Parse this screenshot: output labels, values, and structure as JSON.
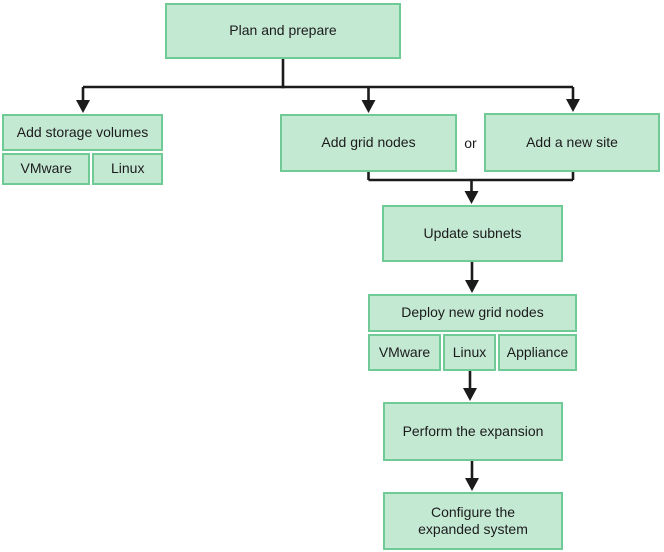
{
  "colors": {
    "box_fill": "#c4e9d3",
    "box_border": "#6fca96",
    "connector": "#1b1b1b",
    "text": "#1b1b1b",
    "background": "#ffffff"
  },
  "labels": {
    "or": "or"
  },
  "nodes": {
    "plan": {
      "label": "Plan and prepare"
    },
    "add_storage_volumes": {
      "label": "Add storage volumes",
      "options": [
        "VMware",
        "Linux"
      ]
    },
    "add_grid_nodes": {
      "label": "Add grid nodes"
    },
    "add_new_site": {
      "label": "Add a new site"
    },
    "update_subnets": {
      "label": "Update subnets"
    },
    "deploy_new_grid_nodes": {
      "label": "Deploy new grid nodes",
      "options": [
        "VMware",
        "Linux",
        "Appliance"
      ]
    },
    "perform_expansion": {
      "label": "Perform the expansion"
    },
    "configure_expanded_system": {
      "label": "Configure the expanded system",
      "lines": [
        "Configure the",
        "expanded system"
      ]
    }
  }
}
